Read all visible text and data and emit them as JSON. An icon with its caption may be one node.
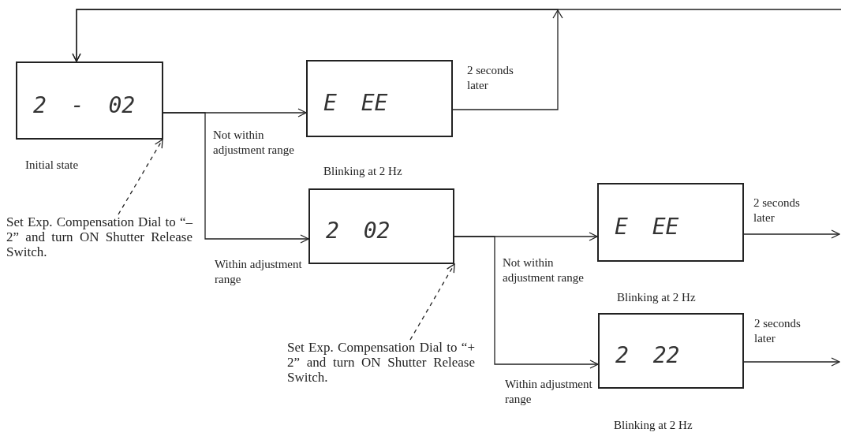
{
  "diagram": {
    "nodes": [
      {
        "text": [
          "2 - 02"
        ],
        "beside": [
          "Initial state"
        ]
      },
      {
        "text": [
          "E EE"
        ]
      },
      {
        "text": [
          "2 02"
        ]
      },
      {
        "text": [
          "E EE"
        ]
      },
      {
        "text": [
          "2 22"
        ],
        "beside": [
          "Blinking at 2 Hz"
        ]
      },
      {
        "text": [
          "Set Exp. Compensation Dial to “– 2” and turn ON Shutter Release Switch."
        ]
      },
      {
        "text": [
          "Set Exp. Compensation Dial to “+ 2” and turn ON Shutter Release Switch."
        ]
      }
    ],
    "edges": [
      {
        "from": 0,
        "to": 1,
        "arrow": "to",
        "label": "Not within adjustment range"
      },
      {
        "from": 0,
        "to": 2,
        "arrow": "to",
        "label": "Within adjustment range"
      },
      {
        "from": 1,
        "to": 0,
        "arrow": "to",
        "label": "2 seconds later"
      },
      {
        "from": null,
        "to": 0,
        "arrow": "to"
      },
      {
        "from": 2,
        "to": 3,
        "arrow": "to",
        "label": "Not within adjustment range"
      },
      {
        "from": 2,
        "to": 4,
        "arrow": "to",
        "label": "Within adjustment range"
      },
      {
        "from": 3,
        "to": null,
        "arrow": "to",
        "label": "2 seconds later"
      },
      {
        "from": 4,
        "to": null,
        "arrow": "to",
        "label": "2 seconds later"
      },
      {
        "from": 5,
        "to": 0,
        "arrow": "to",
        "style": "dashed"
      },
      {
        "from": 6,
        "to": 2,
        "arrow": "to",
        "style": "dashed"
      }
    ],
    "labels": [
      "Blinking at 2 Hz",
      "Blinking at 2 Hz"
    ]
  }
}
